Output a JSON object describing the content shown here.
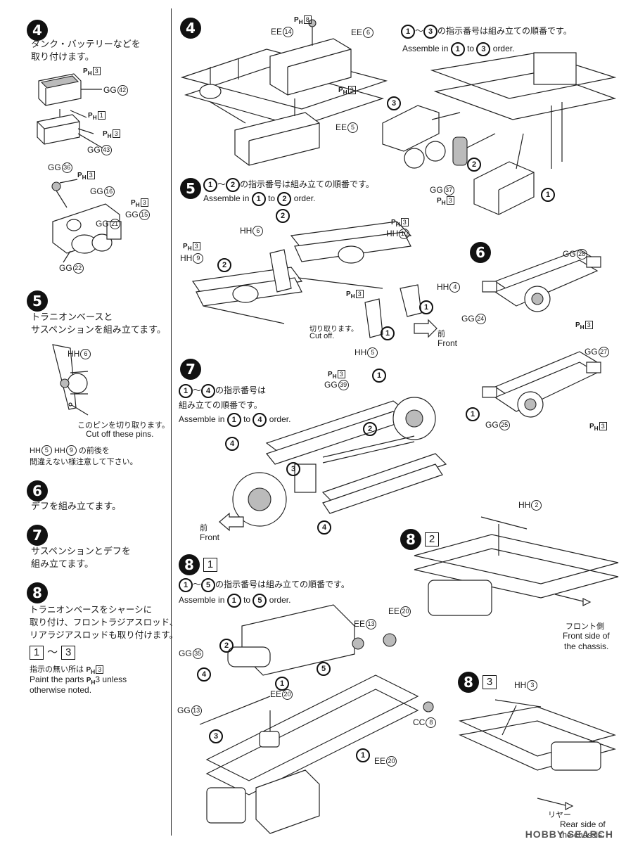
{
  "left": {
    "s4": {
      "num": "4",
      "jp": [
        "タンク・バッテリーなどを",
        "取り付けます。"
      ],
      "labels": {
        "ph3a": "3",
        "gg42": "GG",
        "gg42n": "42",
        "ph1": "1",
        "ph3b": "3",
        "gg43": "GG",
        "gg43n": "43",
        "gg36": "GG",
        "gg36n": "36",
        "ph3c": "3",
        "gg16": "GG",
        "gg16n": "16",
        "ph3d": "3",
        "gg15": "GG",
        "gg15n": "15",
        "gg21": "GG",
        "gg21n": "21",
        "gg22": "GG",
        "gg22n": "22"
      }
    },
    "s5": {
      "num": "5",
      "jp": [
        "トラニオンベースと",
        "サスペンションを組み立てます。"
      ],
      "hh6": "HH",
      "hh6n": "6",
      "pin_jp": "このピンを切り取ります。",
      "pin_en": "Cut off these pins.",
      "note_a": "HH",
      "note_an": "5",
      "note_b": "HH",
      "note_bn": "9",
      "note_rest": "の前後を",
      "note2": "間違えない様注意して下さい。"
    },
    "s6": {
      "num": "6",
      "jp": "デフを組み立てます。"
    },
    "s7": {
      "num": "7",
      "jp": [
        "サスペンションとデフを",
        "組み立てます。"
      ]
    },
    "s8": {
      "num": "8",
      "jp": [
        "トラニオンベースをシャーシに",
        "取り付け、フロントラジアスロッド、",
        "リアラジアスロッドも取り付けます。"
      ],
      "range_a": "1",
      "range_sep": "〜",
      "range_b": "3",
      "note_jp_pre": "指示の無い所は",
      "note_ph": "3",
      "note_en1": "Paint the parts",
      "note_en1b": "3 unless",
      "note_en2": "otherwise noted."
    }
  },
  "ph_prefix": "P",
  "ph_sub": "H",
  "main": {
    "s4": {
      "num": "4",
      "ph8": "8",
      "ee14": "EE",
      "ee14n": "14",
      "ee6": "EE",
      "ee6n": "6",
      "ph3": "3",
      "ee5": "EE",
      "ee5n": "5",
      "order_jp": "の指示番号は組み立ての順番です。",
      "order_a": "1",
      "order_b": "3",
      "order_sep": "〜",
      "en_pre": "Assemble in",
      "en_mid": "to",
      "en_post": "order.",
      "c3": "3",
      "c2": "2",
      "c1": "1",
      "gg37": "GG",
      "gg37n": "37",
      "ph3b": "3"
    },
    "s5": {
      "num": "5",
      "order_a": "1",
      "order_b": "2",
      "order_sep": "〜",
      "order_jp": "の指示番号は組み立ての順番です。",
      "en_pre": "Assemble in",
      "en_mid": "to",
      "en_post": "order.",
      "c2a": "2",
      "ph3a": "3",
      "hh10": "HH",
      "hh10n": "10",
      "hh6": "HH",
      "hh6n": "6",
      "ph3b": "3",
      "hh9": "HH",
      "hh9n": "9",
      "c2b": "2",
      "ph3c": "3",
      "hh4": "HH",
      "hh4n": "4",
      "c1a": "1",
      "cut_jp": "切り取ります。",
      "cut_en": "Cut off.",
      "c1b": "1",
      "front_jp": "前",
      "front_en": "Front",
      "hh5": "HH",
      "hh5n": "5"
    },
    "s6": {
      "num": "6",
      "gg28": "GG",
      "gg28n": "28",
      "gg24": "GG",
      "gg24n": "24",
      "ph3a": "3",
      "gg27": "GG",
      "gg27n": "27",
      "gg25": "GG",
      "gg25n": "25",
      "ph3b": "3"
    },
    "s7": {
      "num": "7",
      "order_a": "1",
      "order_b": "4",
      "order_sep": "〜",
      "order_jp1": "の指示番号は",
      "order_jp2": "組み立ての順番です。",
      "en_pre": "Assemble in",
      "en_mid": "to",
      "en_post": "order.",
      "ph3": "3",
      "gg39": "GG",
      "gg39n": "39",
      "c1a": "1",
      "c1b": "1",
      "c2": "2",
      "c4a": "4",
      "c3": "3",
      "c4b": "4",
      "front_jp": "前",
      "front_en": "Front"
    },
    "s8_1": {
      "num": "8",
      "box": "1",
      "order_a": "1",
      "order_b": "5",
      "order_sep": "〜",
      "order_jp": "の指示番号は組み立ての順番です。",
      "en_pre": "Assemble in",
      "en_mid": "to",
      "en_post": "order.",
      "ee20a": "EE",
      "ee20an": "20",
      "ee13": "EE",
      "ee13n": "13",
      "gg35": "GG",
      "gg35n": "35",
      "c2": "2",
      "c4": "4",
      "c5": "5",
      "c1a": "1",
      "ee20b": "EE",
      "ee20bn": "20",
      "gg13": "GG",
      "gg13n": "13",
      "c3": "3",
      "cc8": "CC",
      "cc8n": "8",
      "c1b": "1",
      "ee20c": "EE",
      "ee20cn": "20"
    },
    "s8_2": {
      "num": "8",
      "box": "2",
      "hh2": "HH",
      "hh2n": "2",
      "front_jp": "フロント側",
      "front_en1": "Front side of",
      "front_en2": "the chassis."
    },
    "s8_3": {
      "num": "8",
      "box": "3",
      "hh3": "HH",
      "hh3n": "3",
      "rear_jp": "リヤー",
      "rear_en1": "Rear side of",
      "rear_en2": "the chassis."
    }
  },
  "watermark": "HOBBY SEARCH"
}
